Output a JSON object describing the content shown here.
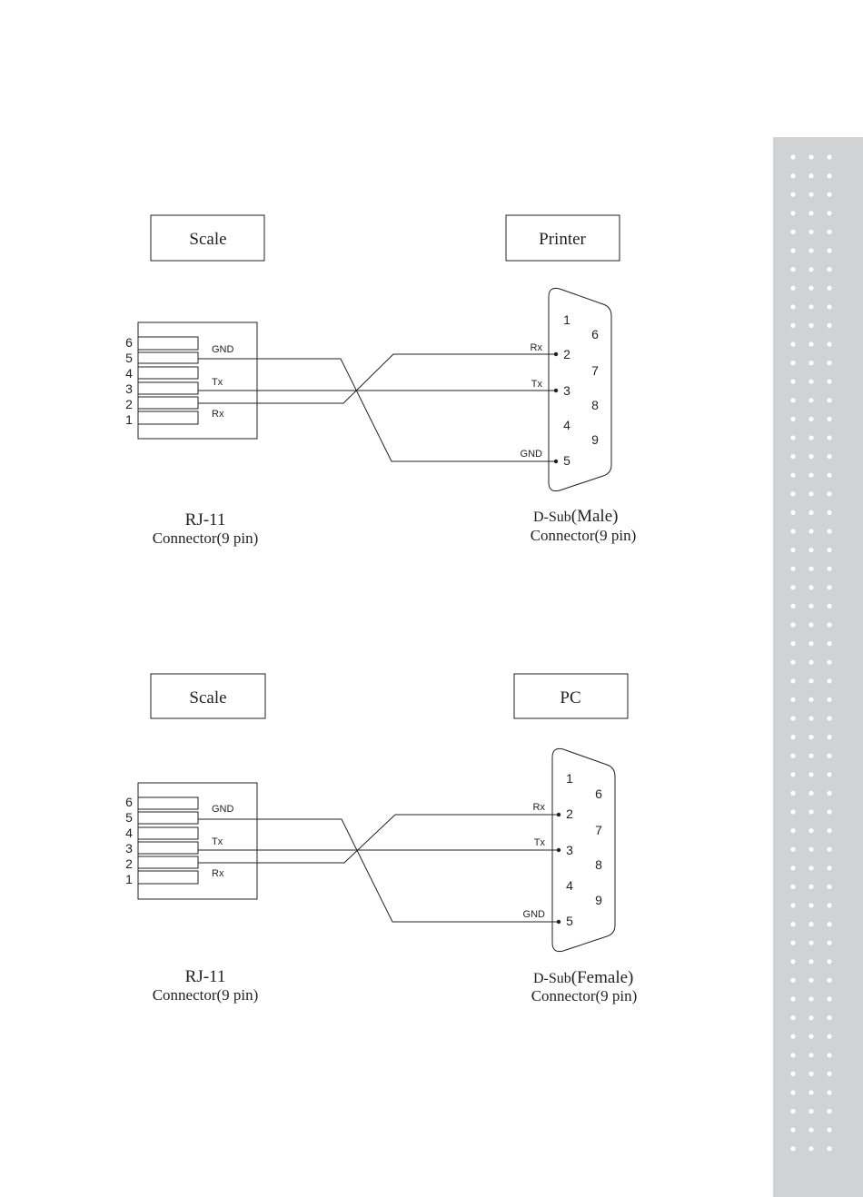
{
  "sidebar": {
    "color": "#d1d2d4",
    "dot_color": "#ffffff"
  },
  "diagrams": [
    {
      "left_box_label": "Scale",
      "right_box_label": "Printer",
      "rj11": {
        "pins": [
          "6",
          "5",
          "4",
          "3",
          "2",
          "1"
        ],
        "signals": [
          "GND",
          "Tx",
          "Rx"
        ],
        "title": "RJ-11",
        "subtitle": "Connector(9 pin)"
      },
      "dsub": {
        "pins_left": [
          "1",
          "2",
          "3",
          "4",
          "5"
        ],
        "pins_right": [
          "6",
          "7",
          "8",
          "9"
        ],
        "signals": [
          "Rx",
          "Tx",
          "GND"
        ],
        "title_prefix": "D-Sub",
        "title_type": "(Male)",
        "subtitle": "Connector(9 pin)"
      }
    },
    {
      "left_box_label": "Scale",
      "right_box_label": "PC",
      "rj11": {
        "pins": [
          "6",
          "5",
          "4",
          "3",
          "2",
          "1"
        ],
        "signals": [
          "GND",
          "Tx",
          "Rx"
        ],
        "title": "RJ-11",
        "subtitle": "Connector(9 pin)"
      },
      "dsub": {
        "pins_left": [
          "1",
          "2",
          "3",
          "4",
          "5"
        ],
        "pins_right": [
          "6",
          "7",
          "8",
          "9"
        ],
        "signals": [
          "Rx",
          "Tx",
          "GND"
        ],
        "title_prefix": "D-Sub",
        "title_type": "(Female)",
        "subtitle": "Connector(9 pin)"
      }
    }
  ]
}
